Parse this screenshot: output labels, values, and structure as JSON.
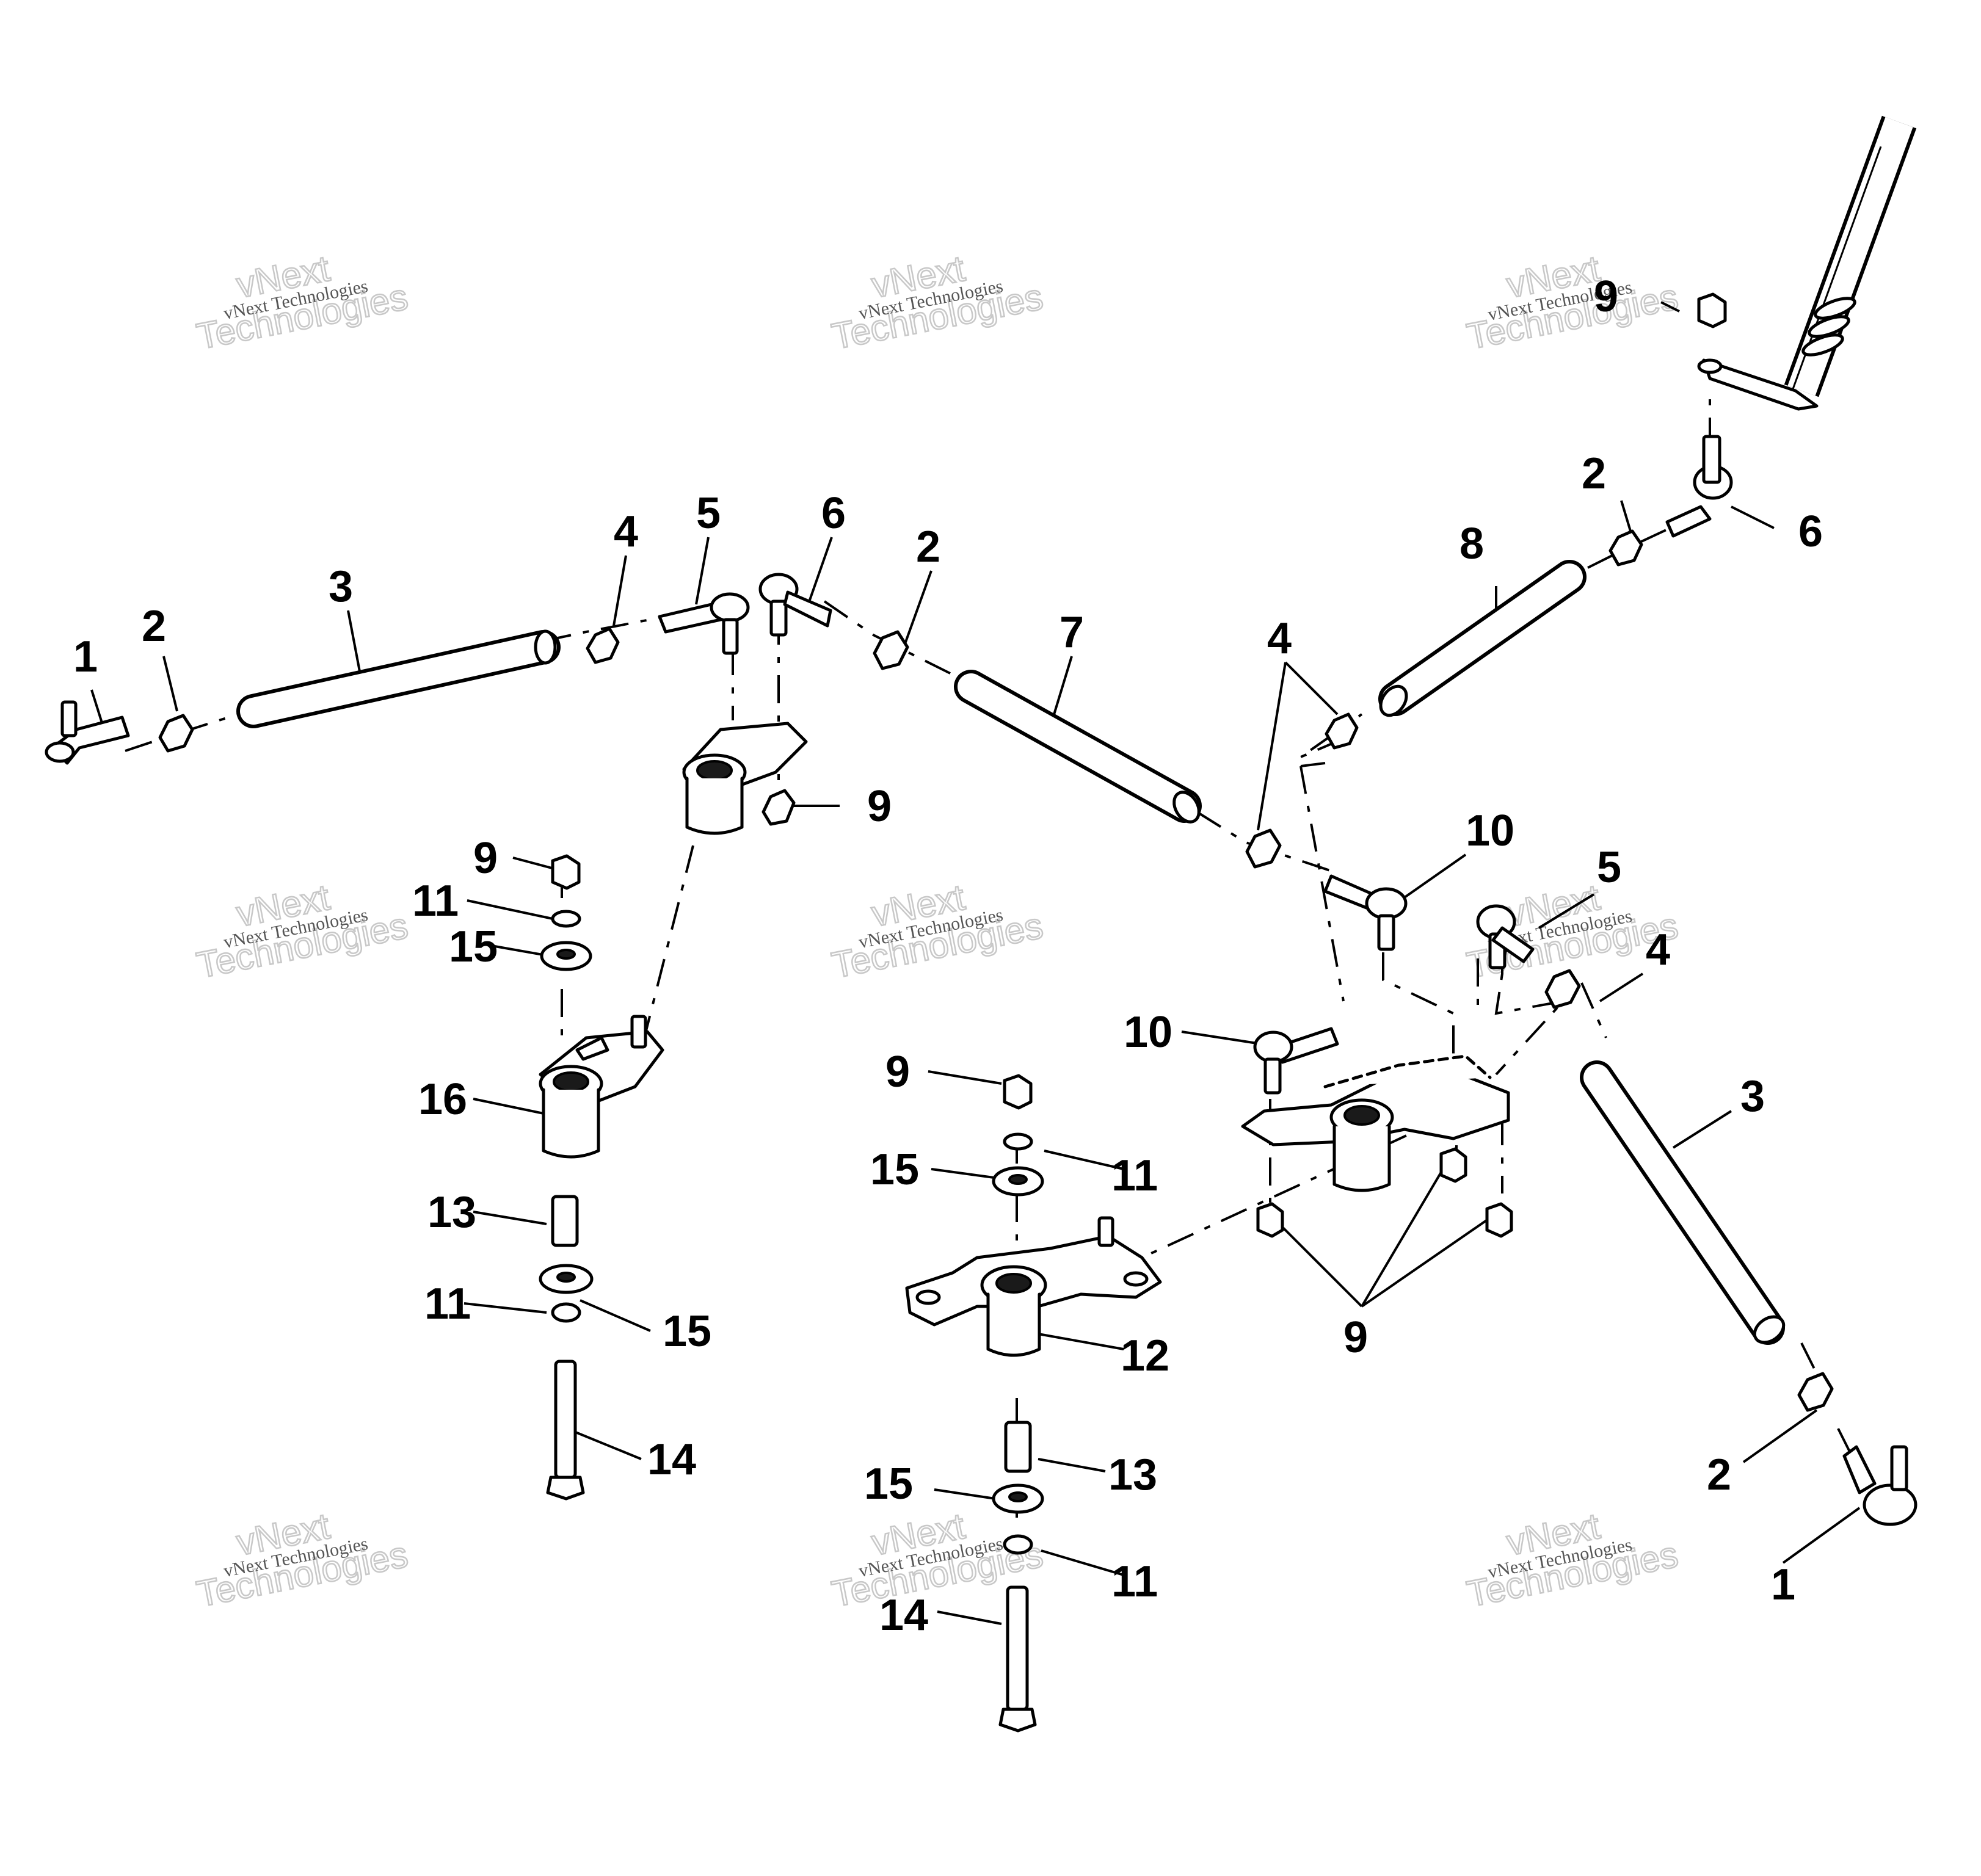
{
  "watermark": {
    "line_small": "vNext Technologies",
    "line_big_1": "vNext",
    "line_big_2": "Technologies"
  },
  "callouts": {
    "c1a": "1",
    "c2a": "2",
    "c3a": "3",
    "c4a": "4",
    "c5a": "5",
    "c6a": "6",
    "c2b": "2",
    "c7": "7",
    "c9a": "9",
    "c9b": "9",
    "c11a": "11",
    "c15a": "15",
    "c16": "16",
    "c13a": "13",
    "c11b": "11",
    "c15b": "15",
    "c14a": "14",
    "c4b": "4",
    "c8": "8",
    "c2c": "2",
    "c6b": "6",
    "c9c": "9",
    "c10a": "10",
    "c10b": "10",
    "c5b": "5",
    "c4c": "4",
    "c3b": "3",
    "c9d": "9",
    "c15c": "15",
    "c11c": "11",
    "c12": "12",
    "c13b": "13",
    "c15d": "15",
    "c11d": "11",
    "c14b": "14",
    "c9e": "9",
    "c2d": "2",
    "c1b": "1"
  }
}
